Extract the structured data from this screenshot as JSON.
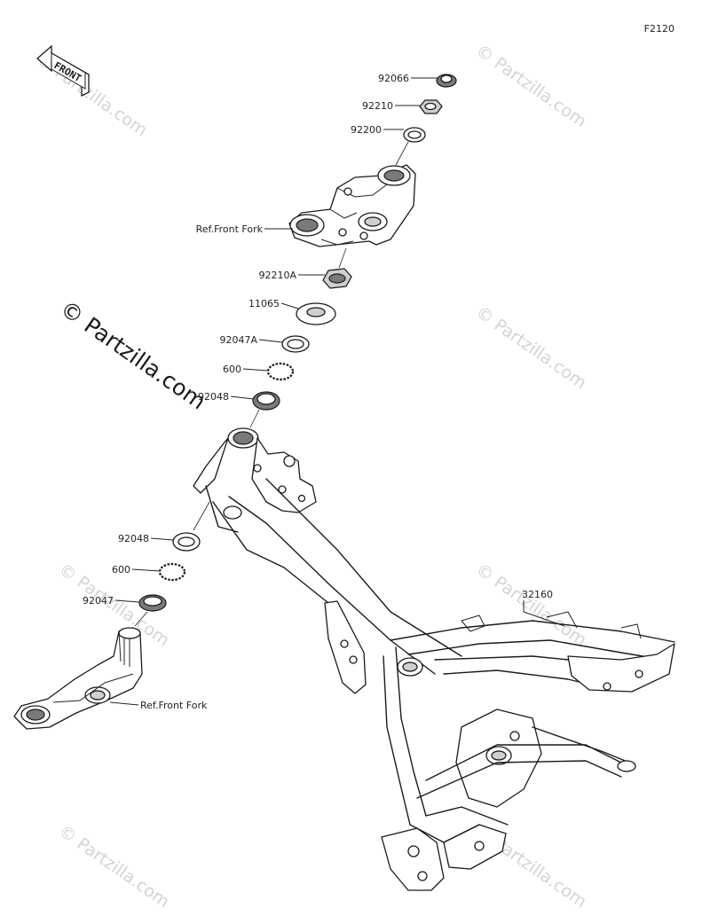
{
  "diagram_code": "F2120",
  "front_label": "FRONT",
  "watermarks": {
    "large": "© Partzilla.com",
    "small": "© Partzilla.com"
  },
  "parts": [
    {
      "id": "nut_92066",
      "label": "92066"
    },
    {
      "id": "nut_92210",
      "label": "92210"
    },
    {
      "id": "washer_92200",
      "label": "92200"
    },
    {
      "id": "ref_upper",
      "label": "Ref.Front Fork"
    },
    {
      "id": "nut_92210a",
      "label": "92210A"
    },
    {
      "id": "cap_11065",
      "label": "11065"
    },
    {
      "id": "race_92047a",
      "label": "92047A"
    },
    {
      "id": "balls_600_upper",
      "label": "600"
    },
    {
      "id": "race_92048_upper",
      "label": "92048"
    },
    {
      "id": "race_92048_lower",
      "label": "92048"
    },
    {
      "id": "balls_600_lower",
      "label": "600"
    },
    {
      "id": "race_92047",
      "label": "92047"
    },
    {
      "id": "ref_lower",
      "label": "Ref.Front Fork"
    },
    {
      "id": "frame_32160",
      "label": "32160"
    }
  ]
}
